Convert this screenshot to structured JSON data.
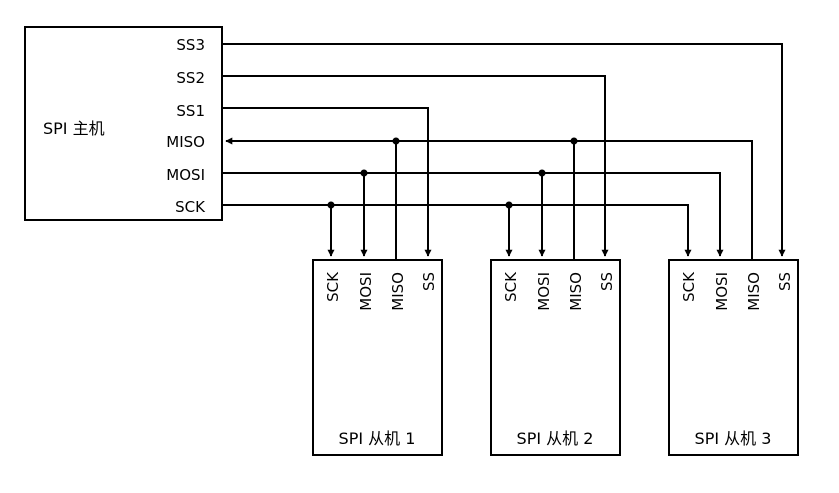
{
  "master": {
    "label": "SPI 主机",
    "pins": {
      "ss3": "SS3",
      "ss2": "SS2",
      "ss1": "SS1",
      "miso": "MISO",
      "mosi": "MOSI",
      "sck": "SCK"
    }
  },
  "slaves": [
    {
      "label": "SPI 从机 1",
      "pins": {
        "sck": "SCK",
        "mosi": "MOSI",
        "miso": "MISO",
        "ss": "SS"
      }
    },
    {
      "label": "SPI 从机 2",
      "pins": {
        "sck": "SCK",
        "mosi": "MOSI",
        "miso": "MISO",
        "ss": "SS"
      }
    },
    {
      "label": "SPI 从机 3",
      "pins": {
        "sck": "SCK",
        "mosi": "MOSI",
        "miso": "MISO",
        "ss": "SS"
      }
    }
  ]
}
